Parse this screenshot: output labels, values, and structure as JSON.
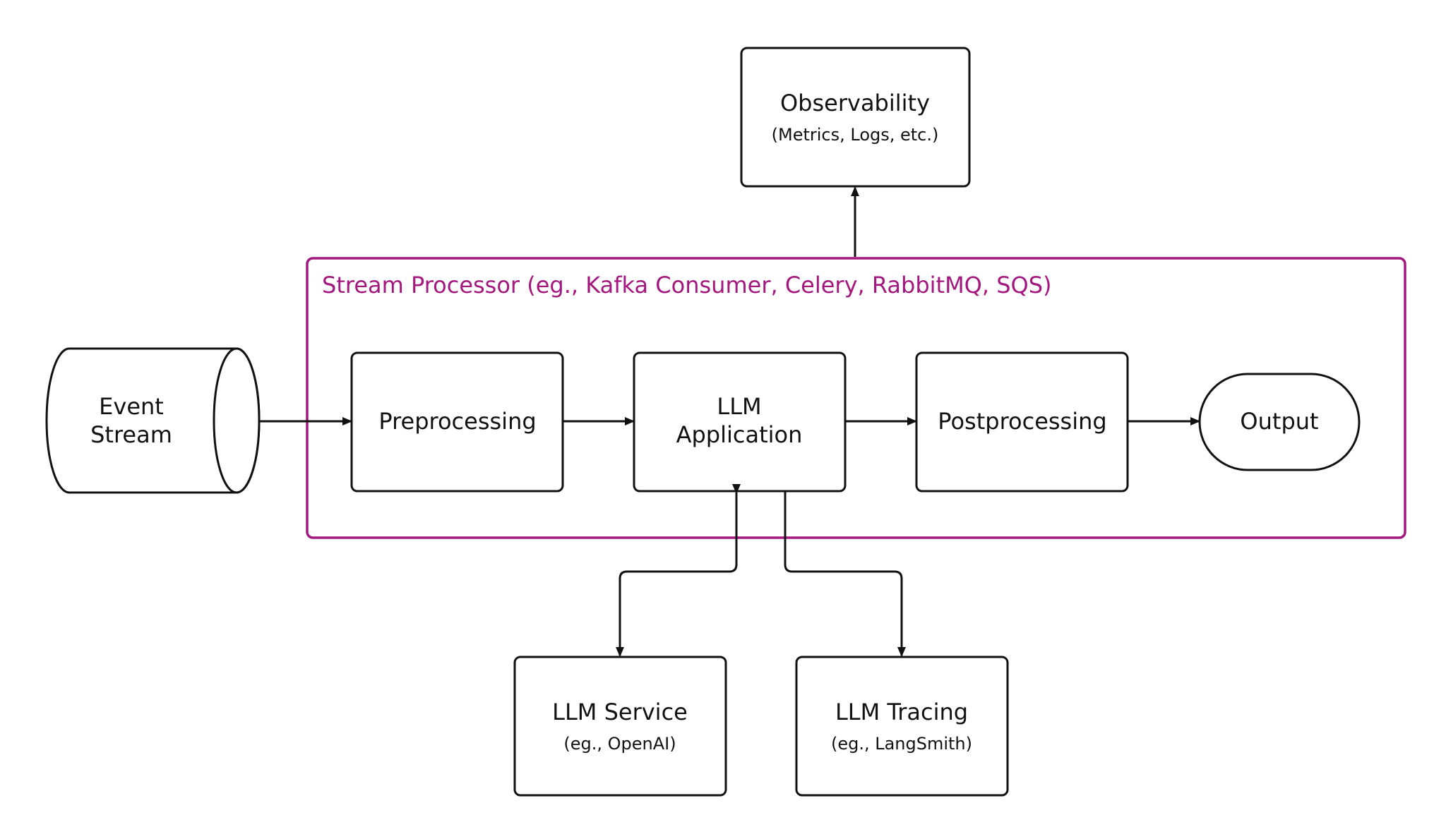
{
  "colors": {
    "group_border": "#a3187f",
    "group_label": "#a3187f",
    "stroke": "#111111",
    "background": "#ffffff"
  },
  "group": {
    "label": "Stream Processor (eg., Kafka Consumer, Celery, RabbitMQ, SQS)"
  },
  "nodes": {
    "event_stream": {
      "shape": "cylinder",
      "line1": "Event",
      "line2": "Stream"
    },
    "preprocessing": {
      "shape": "rounded-rectangle",
      "title": "Preprocessing"
    },
    "llm_application": {
      "shape": "rounded-rectangle",
      "line1": "LLM",
      "line2": "Application"
    },
    "postprocessing": {
      "shape": "rounded-rectangle",
      "title": "Postprocessing"
    },
    "output": {
      "shape": "pill",
      "title": "Output"
    },
    "observability": {
      "shape": "rounded-rectangle",
      "title": "Observability",
      "subtitle": "(Metrics, Logs, etc.)"
    },
    "llm_service": {
      "shape": "rounded-rectangle",
      "title": "LLM Service",
      "subtitle": "(eg., OpenAI)"
    },
    "llm_tracing": {
      "shape": "rounded-rectangle",
      "title": "LLM Tracing",
      "subtitle": "(eg., LangSmith)"
    }
  },
  "edges": [
    {
      "from": "Event Stream",
      "to": "Preprocessing",
      "direction": "one-way"
    },
    {
      "from": "Preprocessing",
      "to": "LLM Application",
      "direction": "one-way"
    },
    {
      "from": "LLM Application",
      "to": "Postprocessing",
      "direction": "one-way"
    },
    {
      "from": "Postprocessing",
      "to": "Output",
      "direction": "one-way"
    },
    {
      "from": "Stream Processor",
      "to": "Observability",
      "direction": "one-way"
    },
    {
      "from": "LLM Application",
      "to": "LLM Service",
      "direction": "two-way"
    },
    {
      "from": "LLM Application",
      "to": "LLM Tracing",
      "direction": "one-way"
    }
  ]
}
